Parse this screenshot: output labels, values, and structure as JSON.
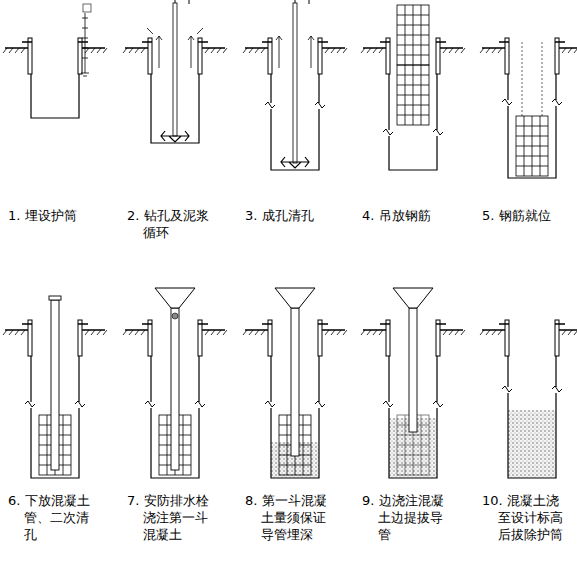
{
  "diagram": {
    "labels": [
      "1. 埋设护筒",
      "2. 钻孔及泥浆循环",
      "3. 成孔清孔",
      "4. 吊放钢筋",
      "5. 钢筋就位",
      "6. 下放混凝土管、二次清孔",
      "7. 安防排水栓浇注第一斗混凝土",
      "8. 第一斗混凝土量须保证导管埋深",
      "9. 边浇注混凝土边提拔导管",
      "10. 混凝土浇至设计标高后拔除护筒"
    ]
  }
}
